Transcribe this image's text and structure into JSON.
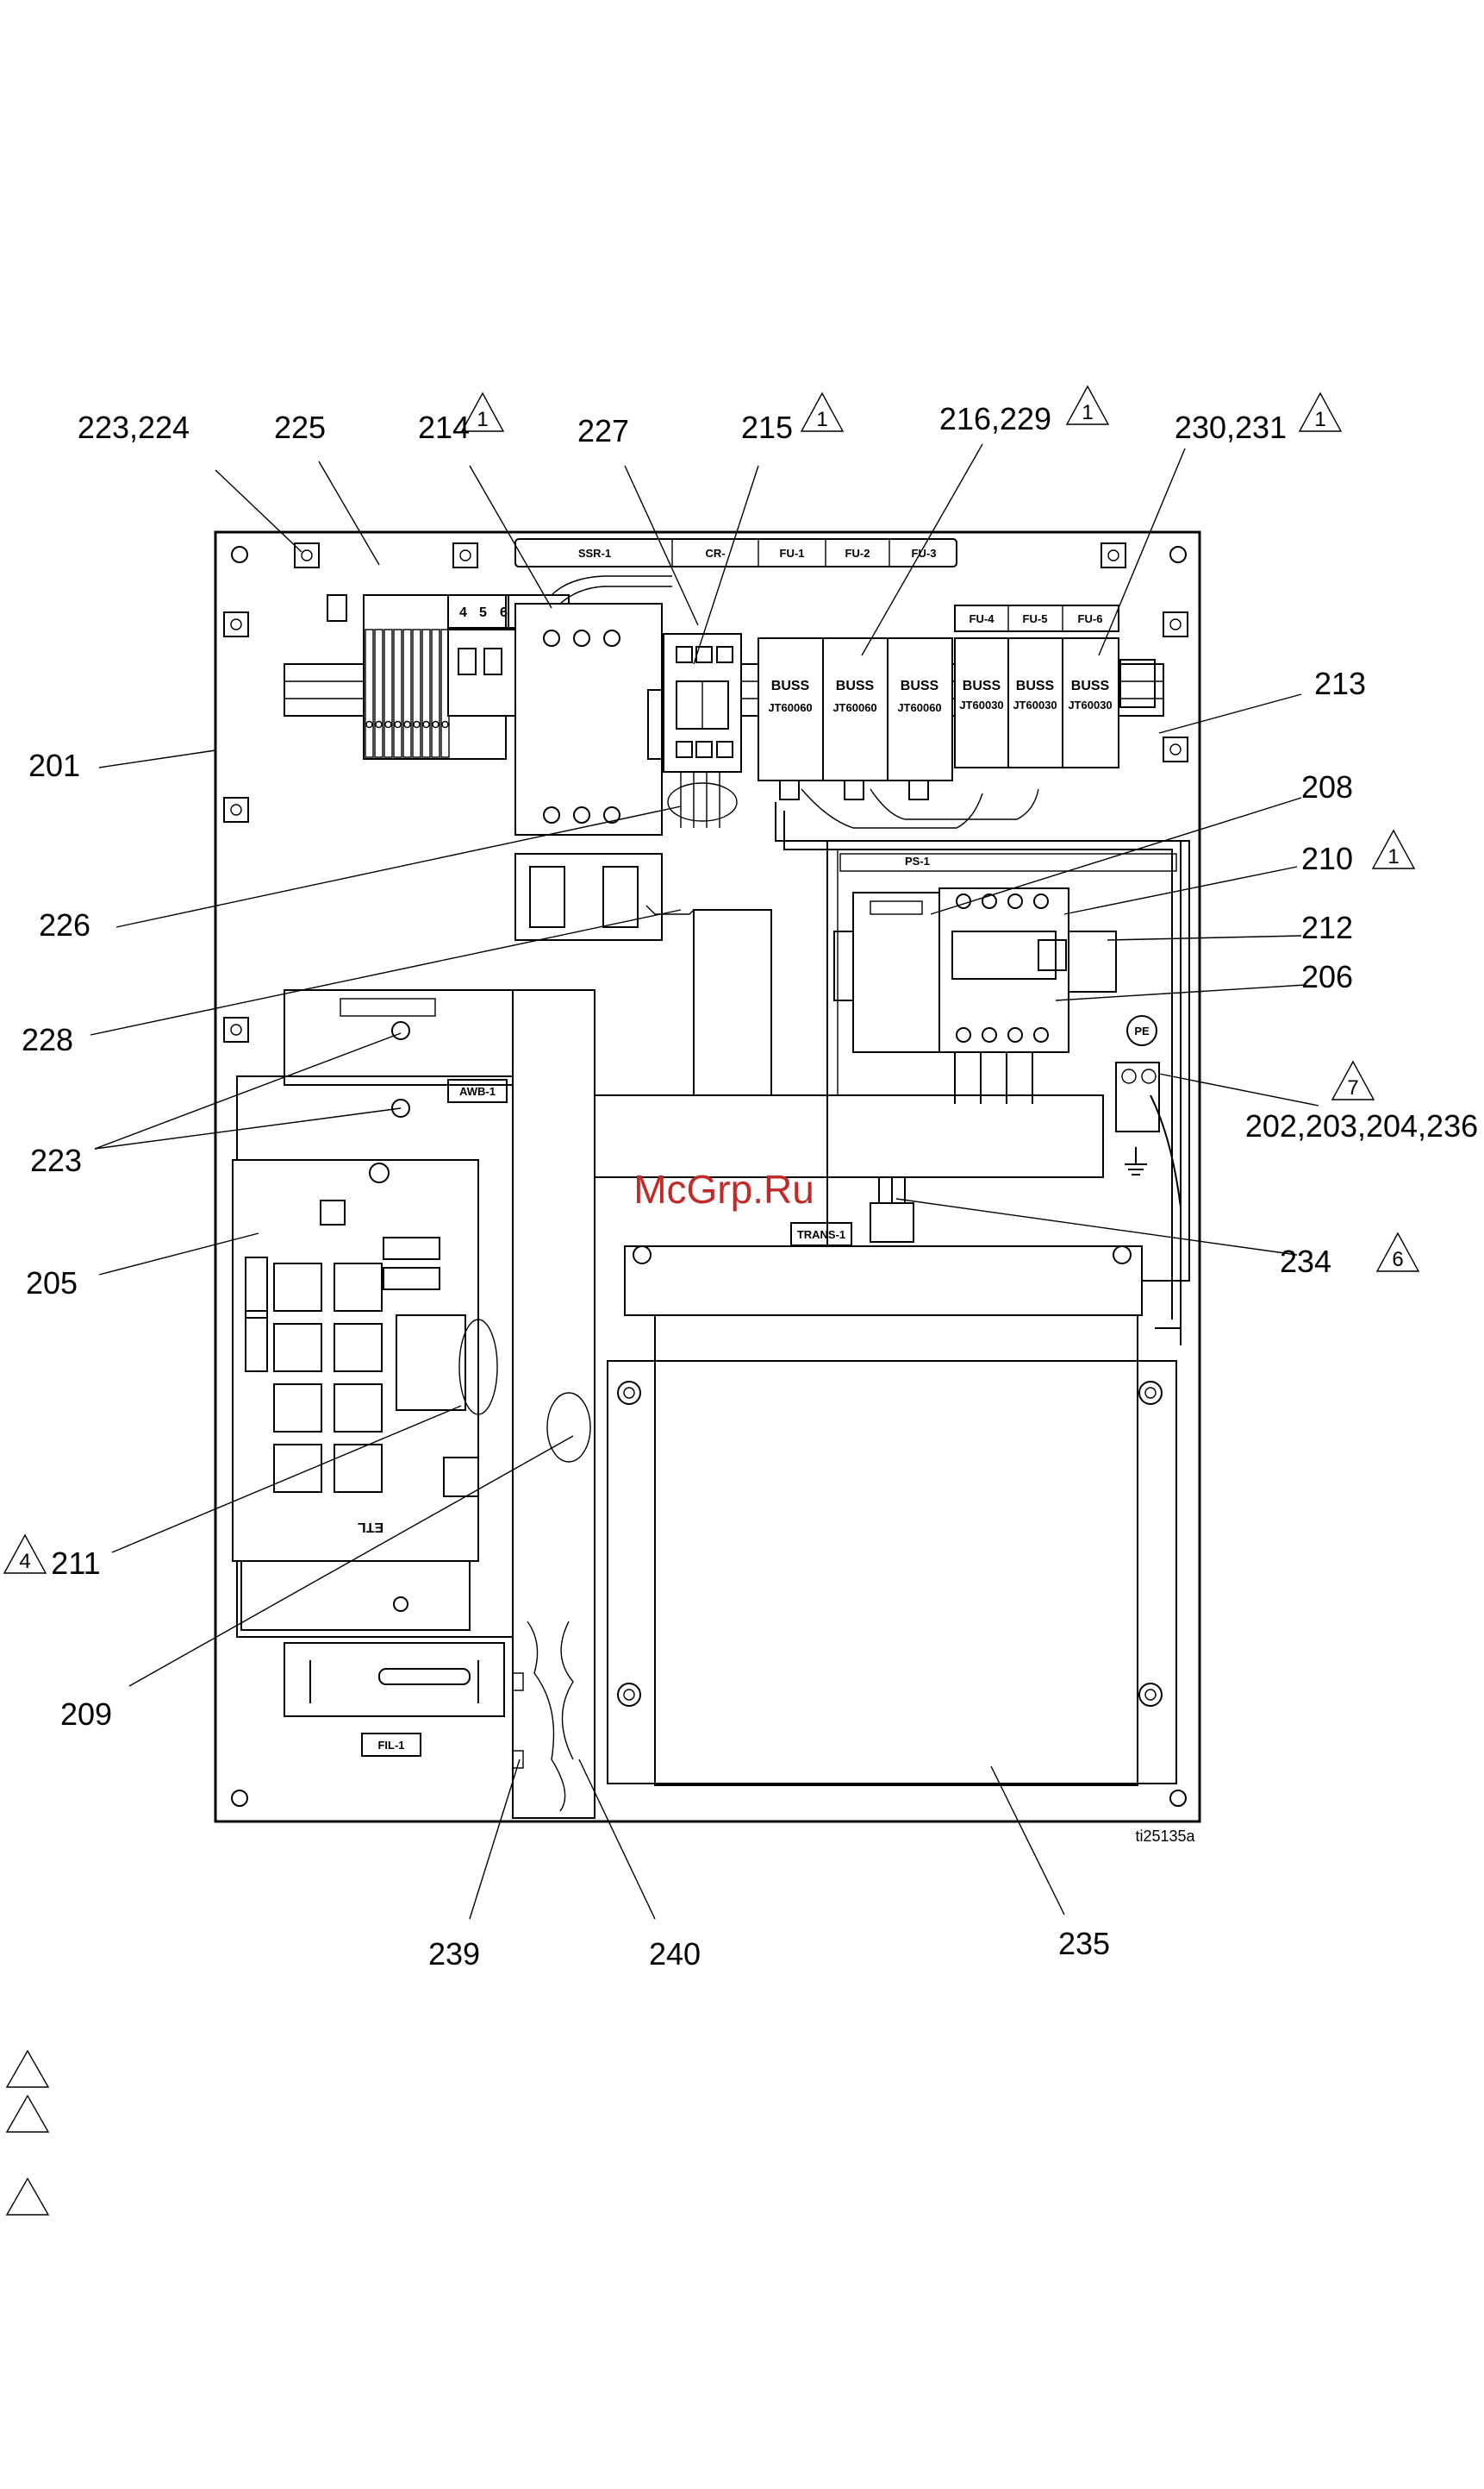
{
  "figure_id": "ti25135a",
  "watermark": "McGrp.Ru",
  "callouts": [
    {
      "id": "c-223-224",
      "text": "223,224",
      "warn": ""
    },
    {
      "id": "c-225",
      "text": "225",
      "warn": ""
    },
    {
      "id": "c-214",
      "text": "214",
      "warn": "1"
    },
    {
      "id": "c-227",
      "text": "227",
      "warn": ""
    },
    {
      "id": "c-215",
      "text": "215",
      "warn": "1"
    },
    {
      "id": "c-216-229",
      "text": "216,229",
      "warn": "1"
    },
    {
      "id": "c-230-231",
      "text": "230,231",
      "warn": "1"
    },
    {
      "id": "c-213",
      "text": "213",
      "warn": ""
    },
    {
      "id": "c-201",
      "text": "201",
      "warn": ""
    },
    {
      "id": "c-208",
      "text": "208",
      "warn": ""
    },
    {
      "id": "c-210",
      "text": "210",
      "warn": "1"
    },
    {
      "id": "c-226",
      "text": "226",
      "warn": ""
    },
    {
      "id": "c-212",
      "text": "212",
      "warn": ""
    },
    {
      "id": "c-206",
      "text": "206",
      "warn": ""
    },
    {
      "id": "c-228",
      "text": "228",
      "warn": ""
    },
    {
      "id": "c-202",
      "text": "202,203,204,236",
      "warn": "7"
    },
    {
      "id": "c-223",
      "text": "223",
      "warn": ""
    },
    {
      "id": "c-205",
      "text": "205",
      "warn": ""
    },
    {
      "id": "c-234",
      "text": "234",
      "warn": "6"
    },
    {
      "id": "c-211",
      "text": "211",
      "warn": "4"
    },
    {
      "id": "c-209",
      "text": "209",
      "warn": ""
    },
    {
      "id": "c-239",
      "text": "239",
      "warn": ""
    },
    {
      "id": "c-240",
      "text": "240",
      "warn": ""
    },
    {
      "id": "c-235",
      "text": "235",
      "warn": ""
    }
  ],
  "component_labels": {
    "ssr": "SSR-1",
    "cr": "CR-",
    "fu1": "FU-1",
    "fu2": "FU-2",
    "fu3": "FU-3",
    "fu4": "FU-4",
    "fu5": "FU-5",
    "fu6": "FU-6",
    "buss": "BUSS",
    "jt60060": "JT60060",
    "jt60030": "JT60030",
    "ps": "PS-1",
    "pe": "PE",
    "awb": "AWB-1",
    "trans": "TRANS-1",
    "fil": "FIL-1",
    "etl": "ETL",
    "terminal_numbers": [
      "4",
      "5",
      "6"
    ]
  }
}
